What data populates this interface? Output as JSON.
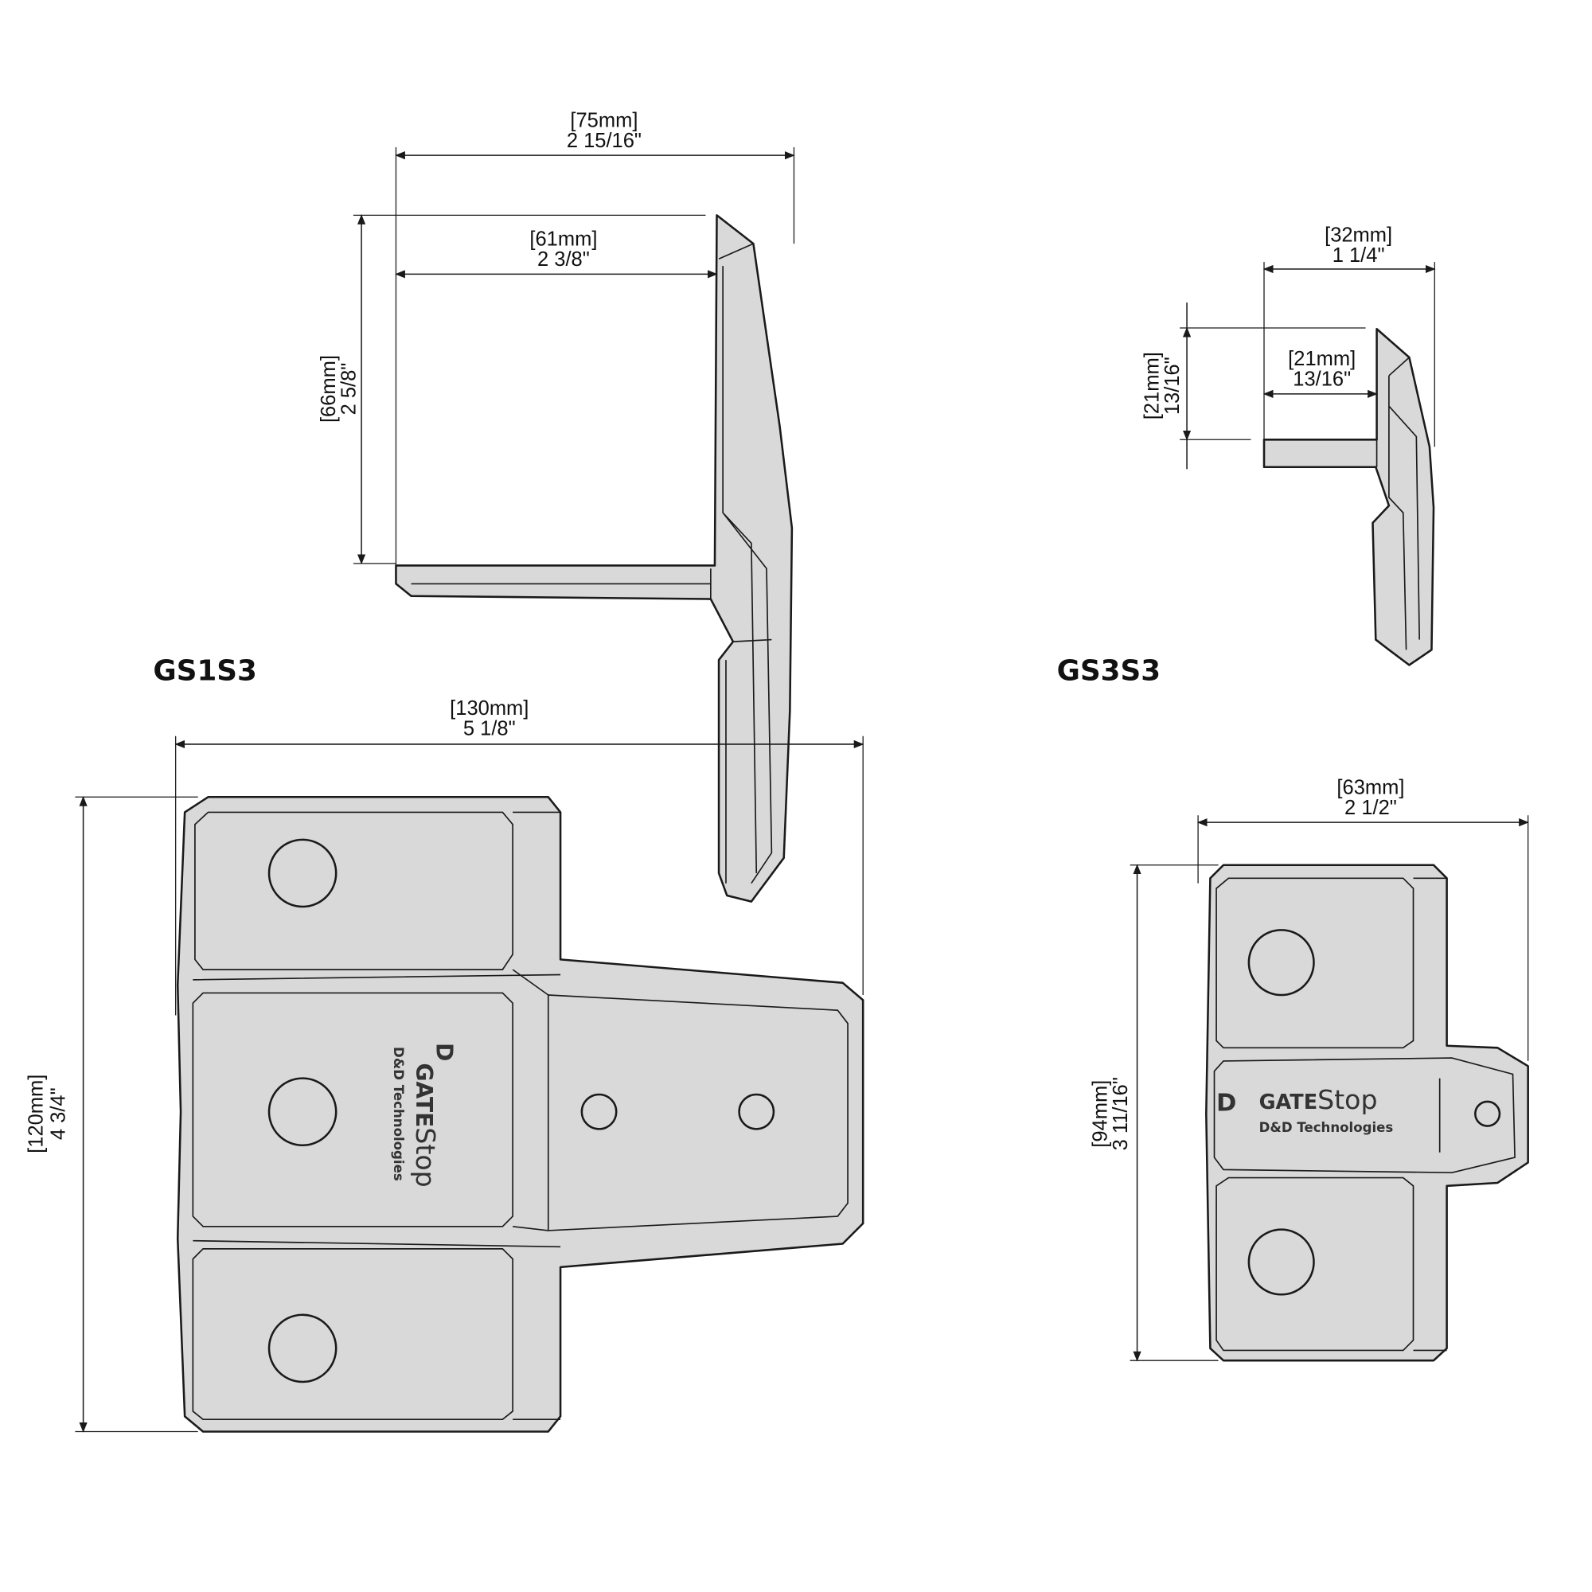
{
  "labels": {
    "left_model": "GS1S3",
    "right_model": "GS3S3"
  },
  "gs1s3": {
    "side_overall_width": {
      "mm": "[75mm]",
      "in": "2 15/16\""
    },
    "side_inner_width": {
      "mm": "[61mm]",
      "in": "2 3/8\""
    },
    "side_height": {
      "mm": "[66mm]",
      "in": "2 5/8\""
    },
    "front_width": {
      "mm": "[130mm]",
      "in": "5 1/8\""
    },
    "front_height": {
      "mm": "[120mm]",
      "in": "4 3/4\""
    }
  },
  "gs3s3": {
    "side_overall_width": {
      "mm": "[32mm]",
      "in": "1 1/4\""
    },
    "side_inner_width": {
      "mm": "[21mm]",
      "in": "13/16\""
    },
    "side_height": {
      "mm": "[21mm]",
      "in": "13/16\""
    },
    "front_width": {
      "mm": "[63mm]",
      "in": "2 1/2\""
    },
    "front_height": {
      "mm": "[94mm]",
      "in": "3 11/16\""
    }
  },
  "logo": {
    "mark": "D",
    "brand_a": "GATE",
    "brand_b": "Stop",
    "company": "D&D Technologies"
  }
}
